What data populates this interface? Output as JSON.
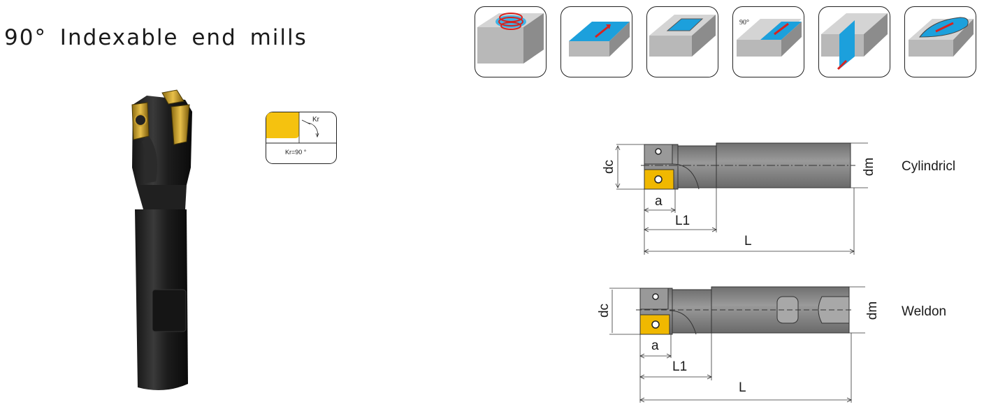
{
  "title": "90° Indexable end mills",
  "kr_diagram": {
    "angle_label": "Kr",
    "caption": "Kr=90 °",
    "insert_color": "#f5c20f"
  },
  "operation_icons": [
    {
      "name": "helical-interpolation-icon"
    },
    {
      "name": "face-milling-icon"
    },
    {
      "name": "pocket-milling-icon"
    },
    {
      "name": "shoulder-milling-icon"
    },
    {
      "name": "slot-milling-icon"
    },
    {
      "name": "contour-milling-icon"
    }
  ],
  "drawings": {
    "cylindrical": {
      "type_label": "Cylindricl",
      "dim_dc": "dc",
      "dim_dm": "dm",
      "dim_a": "a",
      "dim_l1": "L1",
      "dim_l": "L"
    },
    "weldon": {
      "type_label": "Weldon",
      "dim_dc": "dc",
      "dim_dm": "dm",
      "dim_a": "a",
      "dim_l1": "L1",
      "dim_l": "L"
    }
  },
  "colors": {
    "accent_blue": "#1ca0dc",
    "insert_gold": "#f0b800",
    "tool_gray": "#8a8a8a",
    "arrow_red": "#d8231f"
  }
}
